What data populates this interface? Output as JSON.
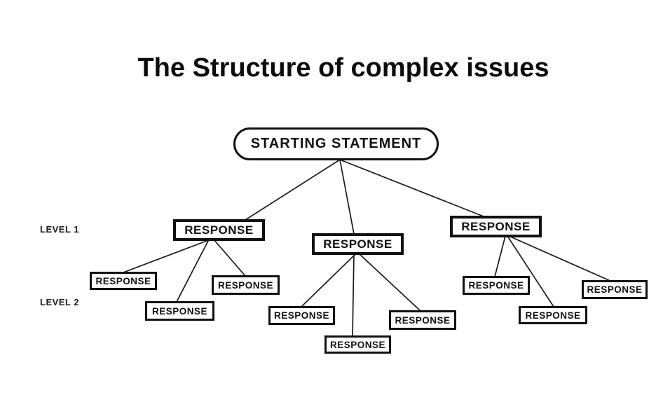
{
  "page": {
    "title": "The Structure of complex issues"
  },
  "tree": {
    "root_label": "STARTING STATEMENT",
    "level1_label": "LEVEL 1",
    "level2_label": "LEVEL 2",
    "level1": [
      {
        "label": "RESPONSE"
      },
      {
        "label": "RESPONSE"
      },
      {
        "label": "RESPONSE"
      }
    ],
    "level2": [
      {
        "label": "RESPONSE"
      },
      {
        "label": "RESPONSE"
      },
      {
        "label": "RESPONSE"
      },
      {
        "label": "RESPONSE"
      },
      {
        "label": "RESPONSE"
      },
      {
        "label": "RESPONSE"
      },
      {
        "label": "RESPONSE"
      },
      {
        "label": "RESPONSE"
      },
      {
        "label": "RESPONSE"
      }
    ]
  },
  "colors": {
    "background": "#ffffff",
    "ink": "#111111",
    "line": "#1a1a1a"
  }
}
